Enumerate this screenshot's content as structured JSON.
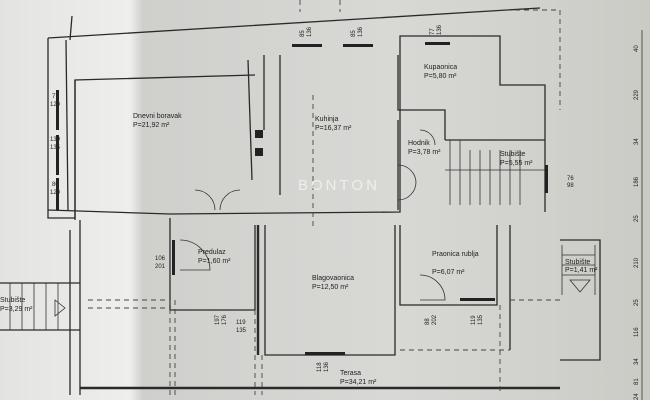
{
  "watermark": "BONTON",
  "rooms": [
    {
      "name": "Dnevni boravak",
      "area": "P=21,92  m²"
    },
    {
      "name": "Kuhinja",
      "area": "P=16,37  m²"
    },
    {
      "name": "Kupaonica",
      "area": "P=5,80  m²"
    },
    {
      "name": "Hodnik",
      "area": "P=3,78  m²"
    },
    {
      "name": "Stubište",
      "area": "P=5,55  m²"
    },
    {
      "name": "Predulaz",
      "area": "P=1,60  m²"
    },
    {
      "name": "Blagovaonica",
      "area": "P=12,50  m²"
    },
    {
      "name": "Praonica rublja",
      "area": "P=6,07  m²"
    },
    {
      "name": "Stubište",
      "area": "P=1,41  m²"
    },
    {
      "name": "Stubište",
      "area": "P=3,29  m²"
    },
    {
      "name": "Terasa",
      "area": "P=34,21  m²"
    }
  ],
  "openings": [
    {
      "w": "85",
      "h": "136"
    },
    {
      "w": "85",
      "h": "136"
    },
    {
      "w": "77",
      "h": "136"
    },
    {
      "w": "77",
      "h": "120"
    },
    {
      "w": "139",
      "h": "135"
    },
    {
      "w": "80",
      "h": "120"
    },
    {
      "w": "76",
      "h": "98"
    },
    {
      "w": "106",
      "h": "201"
    },
    {
      "w": "197",
      "h": "176"
    },
    {
      "w": "119",
      "h": "135"
    },
    {
      "w": "118",
      "h": "136"
    },
    {
      "w": "88",
      "h": "202"
    },
    {
      "w": "119",
      "h": "135"
    }
  ],
  "right_dimensions": [
    "40",
    "229",
    "34",
    "186",
    "25",
    "210",
    "25",
    "116",
    "34",
    "81",
    "24"
  ]
}
